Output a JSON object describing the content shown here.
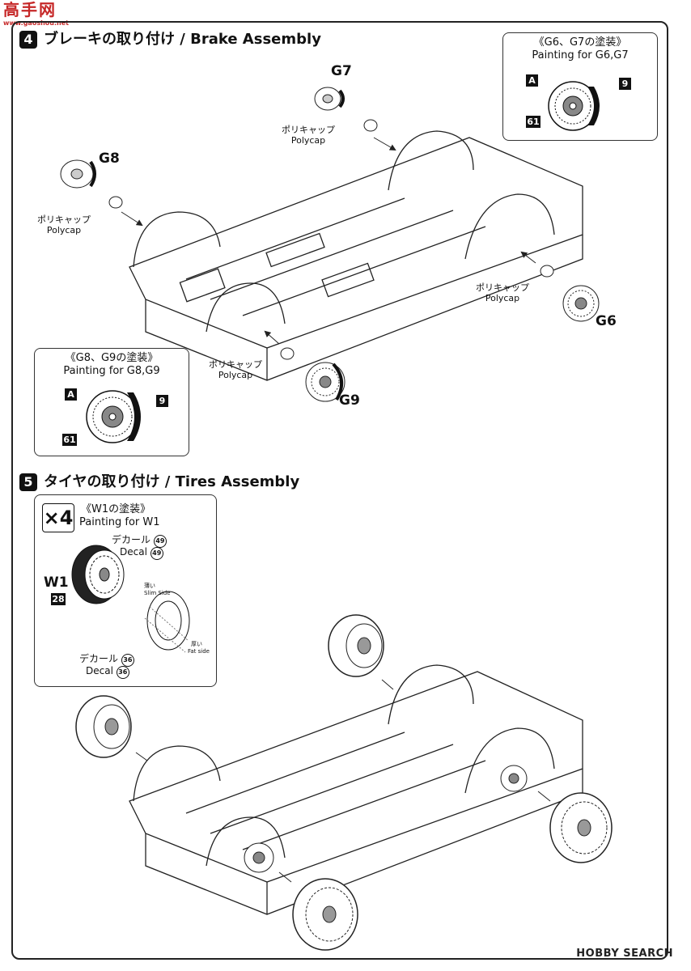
{
  "watermark": {
    "cn": "高手网",
    "url": "www.gaoshou.net"
  },
  "step4": {
    "number": "4",
    "title": "ブレーキの取り付け / Brake Assembly",
    "labels": {
      "g7": "G7",
      "g8": "G8",
      "g6": "G6",
      "g9": "G9"
    },
    "polycap_jp": "ポリキャップ",
    "polycap_en": "Polycap",
    "box_g6g7": {
      "caption_jp": "《G6、G7の塗装》",
      "caption_en": "Painting for G6,G7",
      "color_a": "A",
      "color_9": "9",
      "color_61": "61"
    },
    "box_g8g9": {
      "caption_jp": "《G8、G9の塗装》",
      "caption_en": "Painting for G8,G9",
      "color_a": "A",
      "color_9": "9",
      "color_61": "61"
    }
  },
  "step5": {
    "number": "5",
    "title": "タイヤの取り付け / Tires Assembly",
    "box_w1": {
      "multiplier": "×4",
      "caption_jp": "《W1の塗装》",
      "caption_en": "Painting for W1",
      "decal49_jp": "デカール",
      "decal49_en": "Decal",
      "decal49_no": "49",
      "part": "W1",
      "part_color": "28",
      "slim_jp": "薄い",
      "slim_en": "Slim Side",
      "fat_jp": "厚い",
      "fat_en": "Fat side",
      "decal36_jp": "デカール",
      "decal36_en": "Decal",
      "decal36_no": "36"
    }
  },
  "footer": "HOBBY SEARCH"
}
